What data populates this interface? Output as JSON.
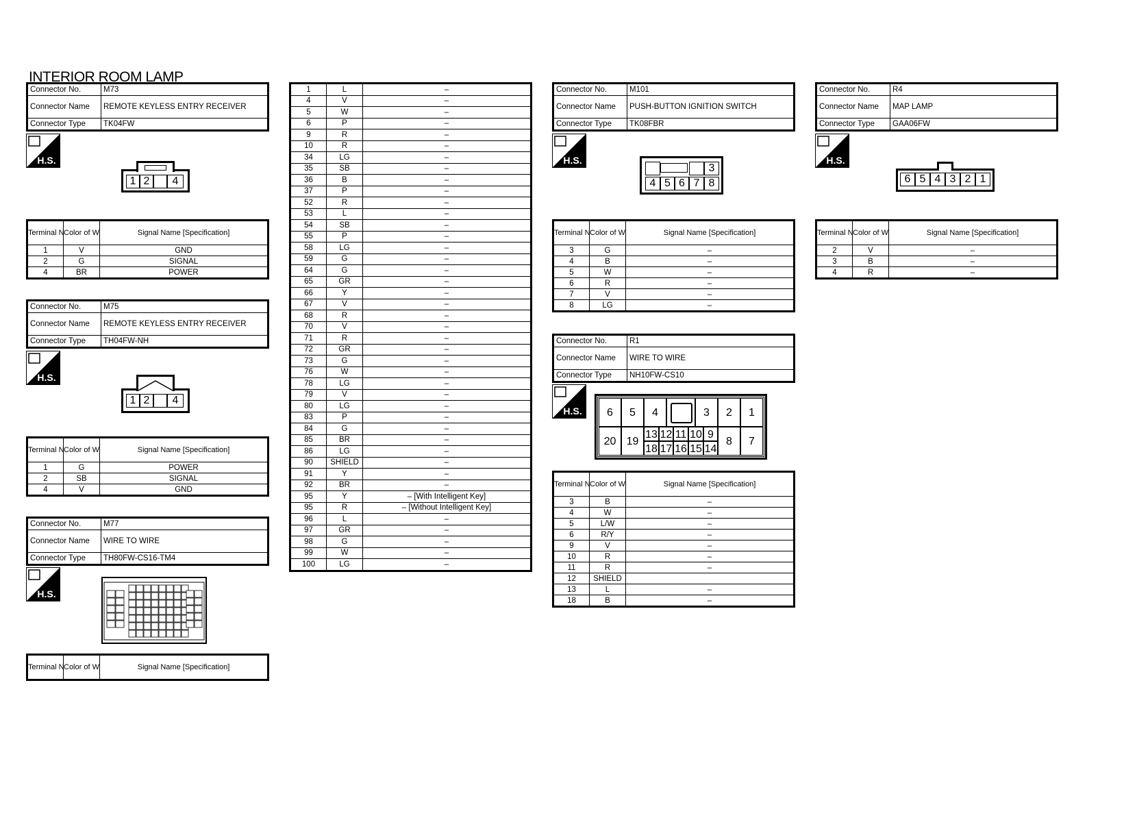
{
  "title": "INTERIOR ROOM LAMP",
  "labels": {
    "connector_no": "Connector No.",
    "connector_name": "Connector Name",
    "connector_type": "Connector Type",
    "terminal_no": "Terminal No.",
    "color_of_wire": "Color of Wire",
    "signal_name": "Signal Name [Specification]",
    "hs_mark": "H.S."
  },
  "connectors": {
    "m73": {
      "no": "M73",
      "name": "REMOTE KEYLESS ENTRY RECEIVER",
      "type": "TK04FW",
      "pins": [
        "1",
        "2",
        "4"
      ],
      "rows": [
        [
          "1",
          "V",
          "GND"
        ],
        [
          "2",
          "G",
          "SIGNAL"
        ],
        [
          "4",
          "BR",
          "POWER"
        ]
      ]
    },
    "m75": {
      "no": "M75",
      "name": "REMOTE KEYLESS ENTRY RECEIVER",
      "type": "TH04FW-NH",
      "pins": [
        "1",
        "2",
        "4"
      ],
      "rows": [
        [
          "1",
          "G",
          "POWER"
        ],
        [
          "2",
          "SB",
          "SIGNAL"
        ],
        [
          "4",
          "V",
          "GND"
        ]
      ]
    },
    "m77": {
      "no": "M77",
      "name": "WIRE TO WIRE",
      "type": "TH80FW-CS16-TM4",
      "rows": [
        [
          "1",
          "L",
          "–"
        ],
        [
          "4",
          "V",
          "–"
        ],
        [
          "5",
          "W",
          "–"
        ],
        [
          "6",
          "P",
          "–"
        ],
        [
          "9",
          "R",
          "–"
        ],
        [
          "10",
          "R",
          "–"
        ],
        [
          "34",
          "LG",
          "–"
        ],
        [
          "35",
          "SB",
          "–"
        ],
        [
          "36",
          "B",
          "–"
        ],
        [
          "37",
          "P",
          "–"
        ],
        [
          "52",
          "R",
          "–"
        ],
        [
          "53",
          "L",
          "–"
        ],
        [
          "54",
          "SB",
          "–"
        ],
        [
          "55",
          "P",
          "–"
        ],
        [
          "58",
          "LG",
          "–"
        ],
        [
          "59",
          "G",
          "–"
        ],
        [
          "64",
          "G",
          "–"
        ],
        [
          "65",
          "GR",
          "–"
        ],
        [
          "66",
          "Y",
          "–"
        ],
        [
          "67",
          "V",
          "–"
        ],
        [
          "68",
          "R",
          "–"
        ],
        [
          "70",
          "V",
          "–"
        ],
        [
          "71",
          "R",
          "–"
        ],
        [
          "72",
          "GR",
          "–"
        ],
        [
          "73",
          "G",
          "–"
        ],
        [
          "76",
          "W",
          "–"
        ],
        [
          "78",
          "LG",
          "–"
        ],
        [
          "79",
          "V",
          "–"
        ],
        [
          "80",
          "LG",
          "–"
        ],
        [
          "83",
          "P",
          "–"
        ],
        [
          "84",
          "G",
          "–"
        ],
        [
          "85",
          "BR",
          "–"
        ],
        [
          "86",
          "LG",
          "–"
        ],
        [
          "90",
          "SHIELD",
          "–"
        ],
        [
          "91",
          "Y",
          "–"
        ],
        [
          "92",
          "BR",
          "–"
        ],
        [
          "95",
          "Y",
          "– [With Intelligent Key]"
        ],
        [
          "95",
          "R",
          "– [Without Intelligent Key]"
        ],
        [
          "96",
          "L",
          "–"
        ],
        [
          "97",
          "GR",
          "–"
        ],
        [
          "98",
          "G",
          "–"
        ],
        [
          "99",
          "W",
          "–"
        ],
        [
          "100",
          "LG",
          "–"
        ]
      ]
    },
    "m101": {
      "no": "M101",
      "name": "PUSH-BUTTON IGNITION SWITCH",
      "type": "TK08FBR",
      "pins": [
        "3",
        "4",
        "5",
        "6",
        "7",
        "8"
      ],
      "rows": [
        [
          "3",
          "G",
          "–"
        ],
        [
          "4",
          "B",
          "–"
        ],
        [
          "5",
          "W",
          "–"
        ],
        [
          "6",
          "R",
          "–"
        ],
        [
          "7",
          "V",
          "–"
        ],
        [
          "8",
          "LG",
          "–"
        ]
      ]
    },
    "r1": {
      "no": "R1",
      "name": "WIRE TO WIRE",
      "type": "NH10FW-CS10",
      "pins_top": [
        "6",
        "5",
        "4",
        "3",
        "2",
        "1"
      ],
      "pins_mid_top": [
        "13",
        "12",
        "11",
        "10",
        "9"
      ],
      "pins_mid_bot": [
        "18",
        "17",
        "16",
        "15",
        "14"
      ],
      "pins_side": [
        "20",
        "19",
        "8",
        "7"
      ],
      "rows": [
        [
          "3",
          "B",
          "–"
        ],
        [
          "4",
          "W",
          "–"
        ],
        [
          "5",
          "L/W",
          "–"
        ],
        [
          "6",
          "R/Y",
          "–"
        ],
        [
          "9",
          "V",
          "–"
        ],
        [
          "10",
          "R",
          "–"
        ],
        [
          "11",
          "R",
          "–"
        ],
        [
          "12",
          "SHIELD",
          ""
        ],
        [
          "13",
          "L",
          "–"
        ],
        [
          "18",
          "B",
          "–"
        ]
      ]
    },
    "r4": {
      "no": "R4",
      "name": "MAP LAMP",
      "type": "GAA06FW",
      "pins": [
        "6",
        "5",
        "4",
        "3",
        "2",
        "1"
      ],
      "rows": [
        [
          "2",
          "V",
          "–"
        ],
        [
          "3",
          "B",
          "–"
        ],
        [
          "4",
          "R",
          "–"
        ]
      ]
    }
  }
}
